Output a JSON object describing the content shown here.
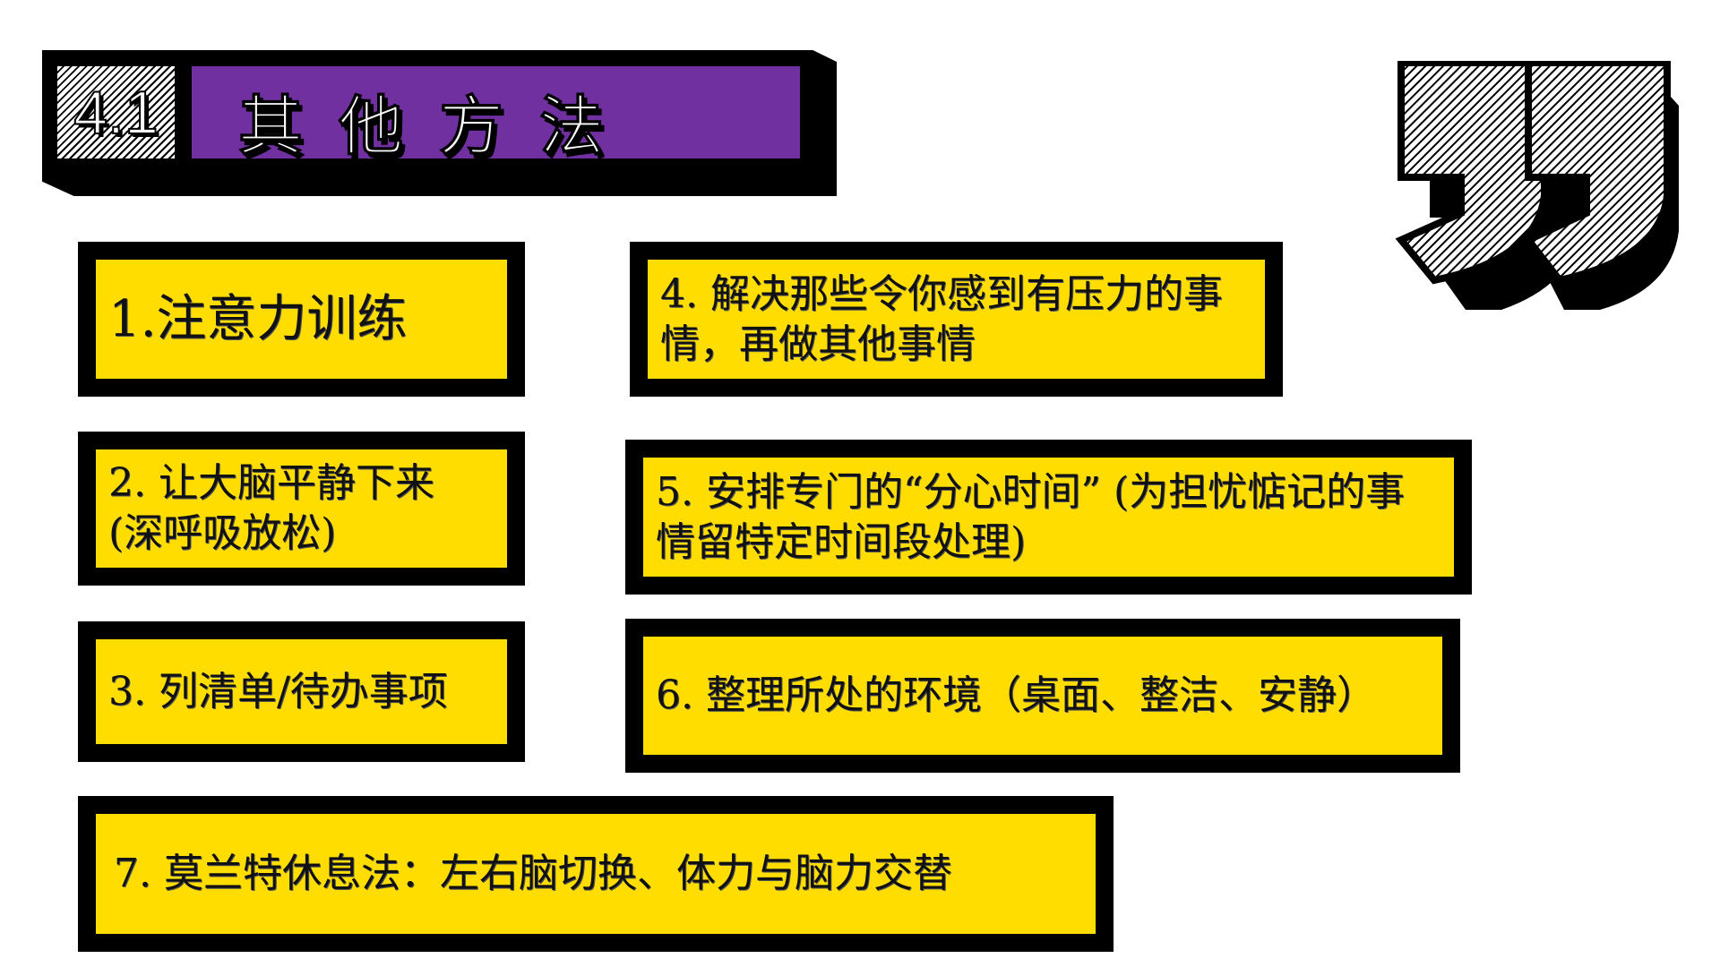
{
  "header": {
    "section_number": "4.1",
    "title": "其他方法"
  },
  "decoration": {
    "quote_icon": "closing-quote-icon"
  },
  "colors": {
    "title_bg": "#7030A0",
    "box_bg": "#FFDD00",
    "border": "#000000"
  },
  "items": [
    {
      "text": "1.注意力训练"
    },
    {
      "text": "2. 让大脑平静下来 (深呼吸放松)"
    },
    {
      "text": "3. 列清单/待办事项"
    },
    {
      "text": "4. 解决那些令你感到有压力的事情，再做其他事情"
    },
    {
      "text": "5. 安排专门的“分心时间” (为担忧惦记的事情留特定时间段处理)"
    },
    {
      "text": "6. 整理所处的环境（桌面、整洁、安静）"
    },
    {
      "text": "7. 莫兰特休息法：左右脑切换、体力与脑力交替"
    }
  ]
}
